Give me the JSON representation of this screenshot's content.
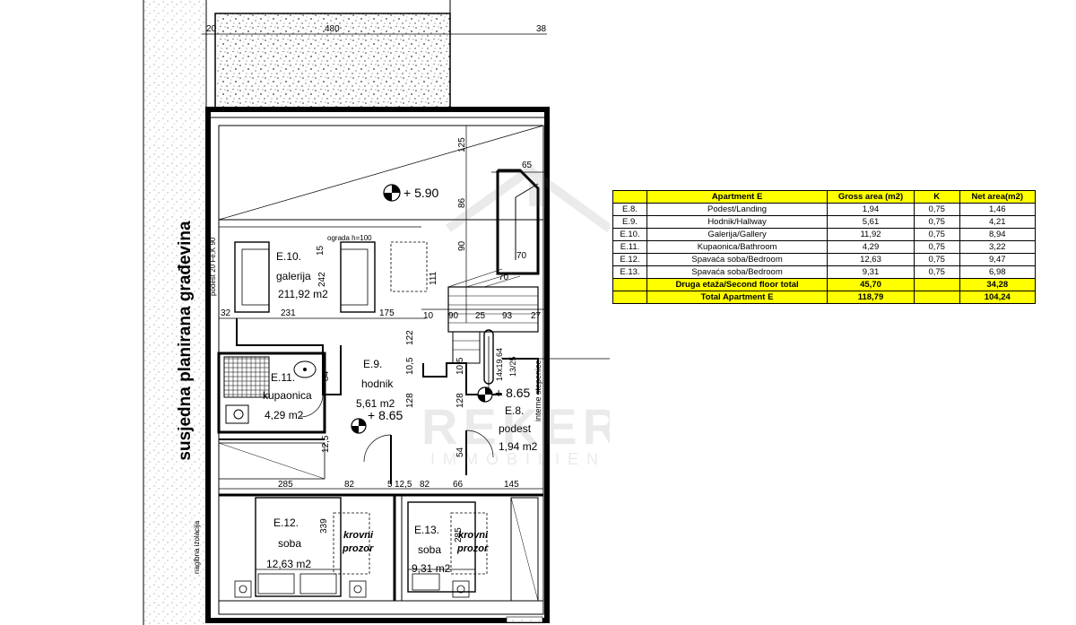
{
  "plan": {
    "neighbor_label": "susjedna planirana građevina",
    "dimensions": {
      "top_left": "20",
      "top_mid": "480",
      "top_right": "38",
      "d125": "125",
      "d65": "65",
      "d86": "86",
      "d90": "90",
      "d70a": "70",
      "d70b": "70",
      "d111": "111",
      "d10": "10",
      "d90b": "90",
      "d25": "25",
      "d93": "93",
      "d27": "27",
      "d32": "32",
      "d231": "231",
      "d175": "175",
      "d242": "242",
      "d15": "15",
      "d122": "122",
      "d105a": "10,5",
      "d128a": "128",
      "d128b": "128",
      "d105b": "10,5",
      "d84": "84",
      "d125b": "12,5",
      "d54": "54",
      "d285": "285",
      "d82a": "82",
      "d5": "5",
      "d125c": "12,5",
      "d82b": "82",
      "d66": "66",
      "d145": "145",
      "d339": "339",
      "d285b": "285"
    },
    "annotations": {
      "ograda": "ograda h=100",
      "podest_note": "podest 20 Fe,K 90",
      "stairs_dim": "14x19,64",
      "stairs_dim2": "13/25",
      "stairs_note": "interne stepenice",
      "facade_note": "nagibna izolacija"
    },
    "levels": {
      "top": "+ 5.90",
      "hall": "+ 8.65",
      "landing": "+ 8.65"
    },
    "rooms": {
      "e10": {
        "code": "E.10.",
        "name": "galerija",
        "area": "211,92 m2"
      },
      "e9": {
        "code": "E.9.",
        "name": "hodnik",
        "area": "5,61 m2"
      },
      "e11": {
        "code": "E.11.",
        "name": "kupaonica",
        "area": "4,29 m2"
      },
      "e8": {
        "code": "E.8.",
        "name": "podest",
        "area": "1,94 m2"
      },
      "e12": {
        "code": "E.12.",
        "name": "soba",
        "area": "12,63 m2"
      },
      "e13": {
        "code": "E.13.",
        "name": "soba",
        "area": "9,31 m2"
      }
    },
    "skylight": {
      "line1": "krovni",
      "line2": "prozor"
    },
    "watermark": {
      "brand": "REKER",
      "sub": "IMMOBILIEN"
    }
  },
  "table": {
    "headers": [
      "",
      "Apartment E",
      "Gross area (m2)",
      "K",
      "Net area(m2)"
    ],
    "rows": [
      {
        "code": "E.8.",
        "name": "Podest/Landing",
        "gross": "1,94",
        "k": "0,75",
        "net": "1,46"
      },
      {
        "code": "E.9.",
        "name": "Hodnik/Hallway",
        "gross": "5,61",
        "k": "0,75",
        "net": "4,21"
      },
      {
        "code": "E.10.",
        "name": "Galerija/Gallery",
        "gross": "11,92",
        "k": "0,75",
        "net": "8,94"
      },
      {
        "code": "E.11.",
        "name": "Kupaonica/Bathroom",
        "gross": "4,29",
        "k": "0,75",
        "net": "3,22"
      },
      {
        "code": "E.12.",
        "name": "Spavaća soba/Bedroom",
        "gross": "12,63",
        "k": "0,75",
        "net": "9,47"
      },
      {
        "code": "E.13.",
        "name": "Spavaća soba/Bedroom",
        "gross": "9,31",
        "k": "0,75",
        "net": "6,98"
      }
    ],
    "totals": [
      {
        "name": "Druga etaža/Second floor total",
        "gross": "45,70",
        "k": "",
        "net": "34,28"
      },
      {
        "name": "Total Apartment E",
        "gross": "118,79",
        "k": "",
        "net": "104,24"
      }
    ]
  }
}
